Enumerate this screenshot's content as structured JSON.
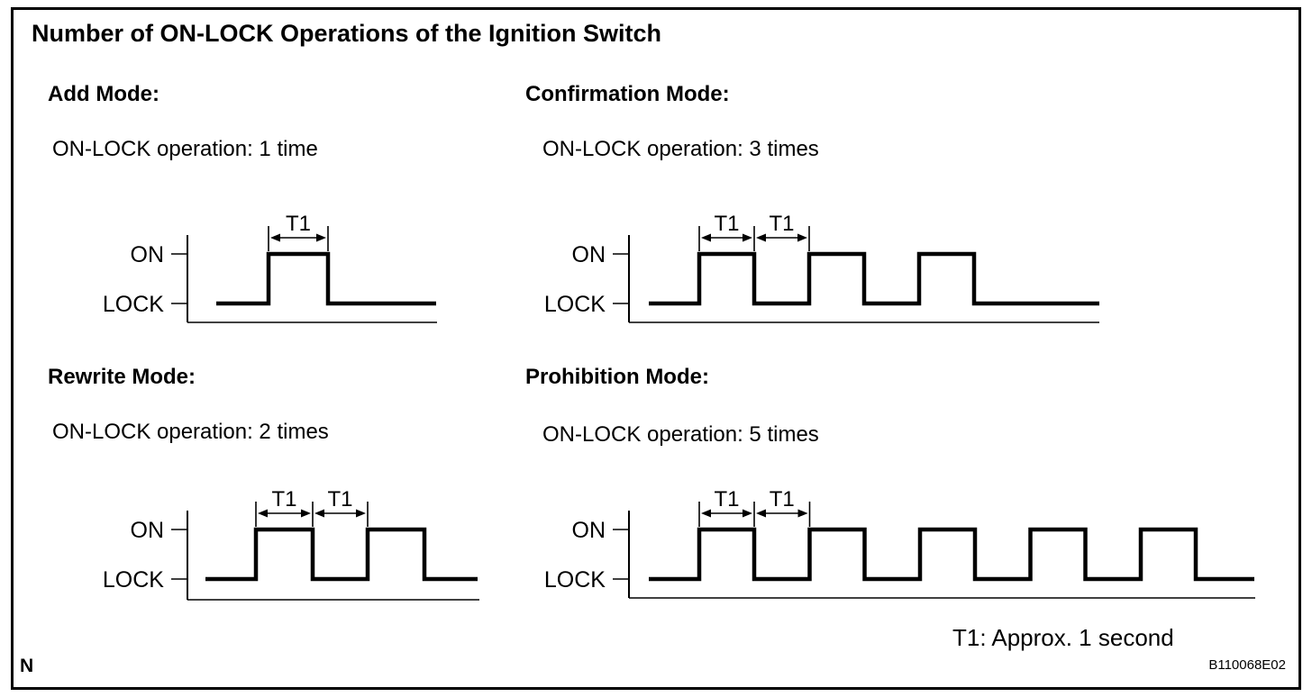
{
  "page": {
    "title": "Number of ON-LOCK Operations of the Ignition Switch",
    "footnote": "T1: Approx. 1 second",
    "figure_code": "B110068E02",
    "corner_label": "N",
    "ink_color": "#000000",
    "background_color": "#ffffff"
  },
  "chart_data": [
    {
      "type": "line",
      "subtype": "square-wave-timing-diagram",
      "mode": "Add Mode:",
      "operation_label": "ON-LOCK operation: 1 time",
      "on_lock_operations": 1,
      "y_levels": [
        "ON",
        "LOCK"
      ],
      "t1_label": "T1",
      "t1_spans": 1,
      "t1_value": "Approx. 1 second"
    },
    {
      "type": "line",
      "subtype": "square-wave-timing-diagram",
      "mode": "Confirmation Mode:",
      "operation_label": "ON-LOCK operation: 3 times",
      "on_lock_operations": 3,
      "y_levels": [
        "ON",
        "LOCK"
      ],
      "t1_label": "T1",
      "t1_spans": 2,
      "t1_value": "Approx. 1 second"
    },
    {
      "type": "line",
      "subtype": "square-wave-timing-diagram",
      "mode": "Rewrite Mode:",
      "operation_label": "ON-LOCK operation: 2 times",
      "on_lock_operations": 2,
      "y_levels": [
        "ON",
        "LOCK"
      ],
      "t1_label": "T1",
      "t1_spans": 2,
      "t1_value": "Approx. 1 second"
    },
    {
      "type": "line",
      "subtype": "square-wave-timing-diagram",
      "mode": "Prohibition Mode:",
      "operation_label": "ON-LOCK operation: 5 times",
      "on_lock_operations": 5,
      "y_levels": [
        "ON",
        "LOCK"
      ],
      "t1_label": "T1",
      "t1_spans": 2,
      "t1_value": "Approx. 1 second"
    }
  ]
}
